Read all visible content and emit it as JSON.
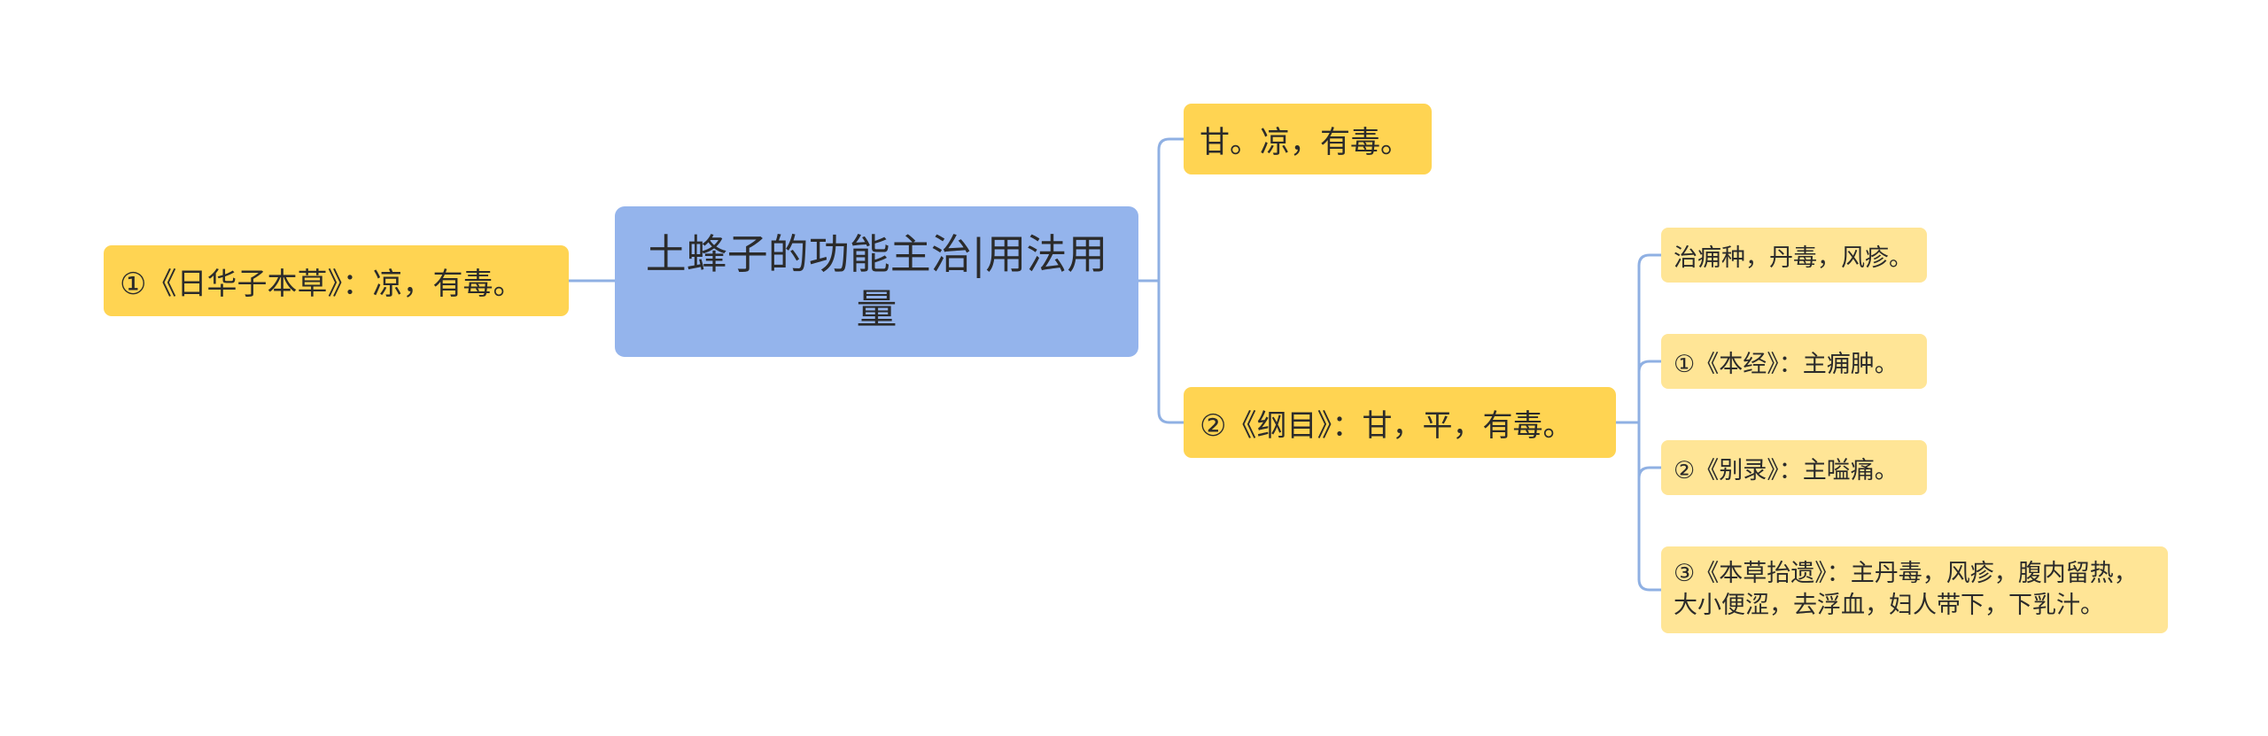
{
  "mindmap": {
    "root": {
      "text": "土蜂子的功能主治|用法用量"
    },
    "left": {
      "text": "①《日华子本草》：凉，有毒。"
    },
    "right": [
      {
        "text": "甘。凉，有毒。"
      },
      {
        "text": "②《纲目》：甘，平，有毒。",
        "children": [
          {
            "text": "治痈种，丹毒，风疹。"
          },
          {
            "text": "①《本经》：主痈肿。"
          },
          {
            "text": "②《别录》：主嗌痛。"
          },
          {
            "text": "③《本草抬遗》：主丹毒，风疹，腹内留热，大小便涩，去浮血，妇人带下，下乳汁。"
          }
        ]
      }
    ]
  },
  "colors": {
    "root_fill": "#94b4ec",
    "level1_fill": "#ffd452",
    "level2_fill": "#ffe596",
    "connector": "#8fb0e3",
    "text": "#2b2b2b"
  }
}
